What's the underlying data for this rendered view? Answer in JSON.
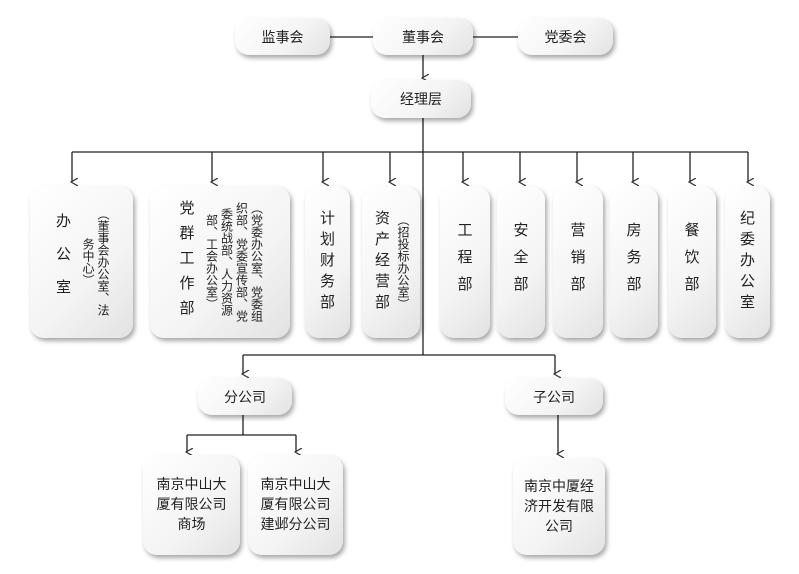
{
  "top": {
    "supervisory": "监事会",
    "board": "董事会",
    "party": "党委会"
  },
  "management": "经理层",
  "departments": [
    {
      "name": "办公室",
      "note": "（董事会办公室、法务中心）"
    },
    {
      "name": "党群工作部",
      "note": "（党委办公室、党委组织部、党委宣传部、党委统战部、人力资源部、工会办公室）"
    },
    {
      "name": "计划财务部"
    },
    {
      "name": "资产经营部",
      "note": "（招投标办公室）"
    },
    {
      "name": "工程部"
    },
    {
      "name": "安全部"
    },
    {
      "name": "营销部"
    },
    {
      "name": "房务部"
    },
    {
      "name": "餐饮部"
    },
    {
      "name": "纪委办公室"
    }
  ],
  "branch": {
    "label": "分公司",
    "children": [
      "南京中山大厦有限公司商场",
      "南京中山大厦有限公司建邺分公司"
    ]
  },
  "subsidiary": {
    "label": "子公司",
    "children": [
      "南京中厦经济开发有限公司"
    ]
  }
}
